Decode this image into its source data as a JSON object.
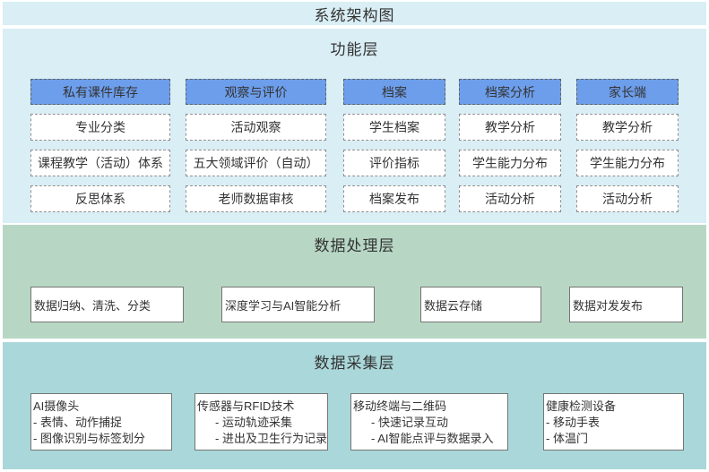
{
  "title": "系统架构图",
  "layers": {
    "function": {
      "title": "功能层",
      "columns": [
        {
          "header": "私有课件库存",
          "items": [
            "专业分类",
            "课程教学（活动）体系",
            "反思体系"
          ]
        },
        {
          "header": "观察与评价",
          "items": [
            "活动观察",
            "五大领域评价（自动）",
            "老师数据审核"
          ]
        },
        {
          "header": "档案",
          "items": [
            "学生档案",
            "评价指标",
            "档案发布"
          ]
        },
        {
          "header": "档案分析",
          "items": [
            "教学分析",
            "学生能力分布",
            "活动分析"
          ]
        },
        {
          "header": "家长端",
          "items": [
            "教学分析",
            "学生能力分布",
            "活动分析"
          ]
        }
      ]
    },
    "processing": {
      "title": "数据处理层",
      "items": [
        "数据归纳、清洗、分类",
        "深度学习与AI智能分析",
        "数据云存储",
        "数据对发发布"
      ]
    },
    "collection": {
      "title": "数据采集层",
      "items": [
        {
          "title": "AI摄像头",
          "bullets": [
            "- 表情、动作捕捉",
            "- 图像识别与标签划分"
          ]
        },
        {
          "title": "传感器与RFID技术",
          "bullets": [
            "- 运动轨迹采集",
            "- 进出及卫生行为记录"
          ]
        },
        {
          "title": "移动终端与二维码",
          "bullets": [
            "- 快速记录互动",
            "- AI智能点评与数据录入"
          ]
        },
        {
          "title": "健康检测设备",
          "bullets": [
            "- 移动手表",
            "- 体温门"
          ]
        }
      ]
    }
  },
  "colors": {
    "layer_blue": "#d9eef5",
    "layer_green": "#b7d7c4",
    "layer_teal": "#aad7d9",
    "header_blue": "#6d9eeb",
    "text": "#333333"
  }
}
